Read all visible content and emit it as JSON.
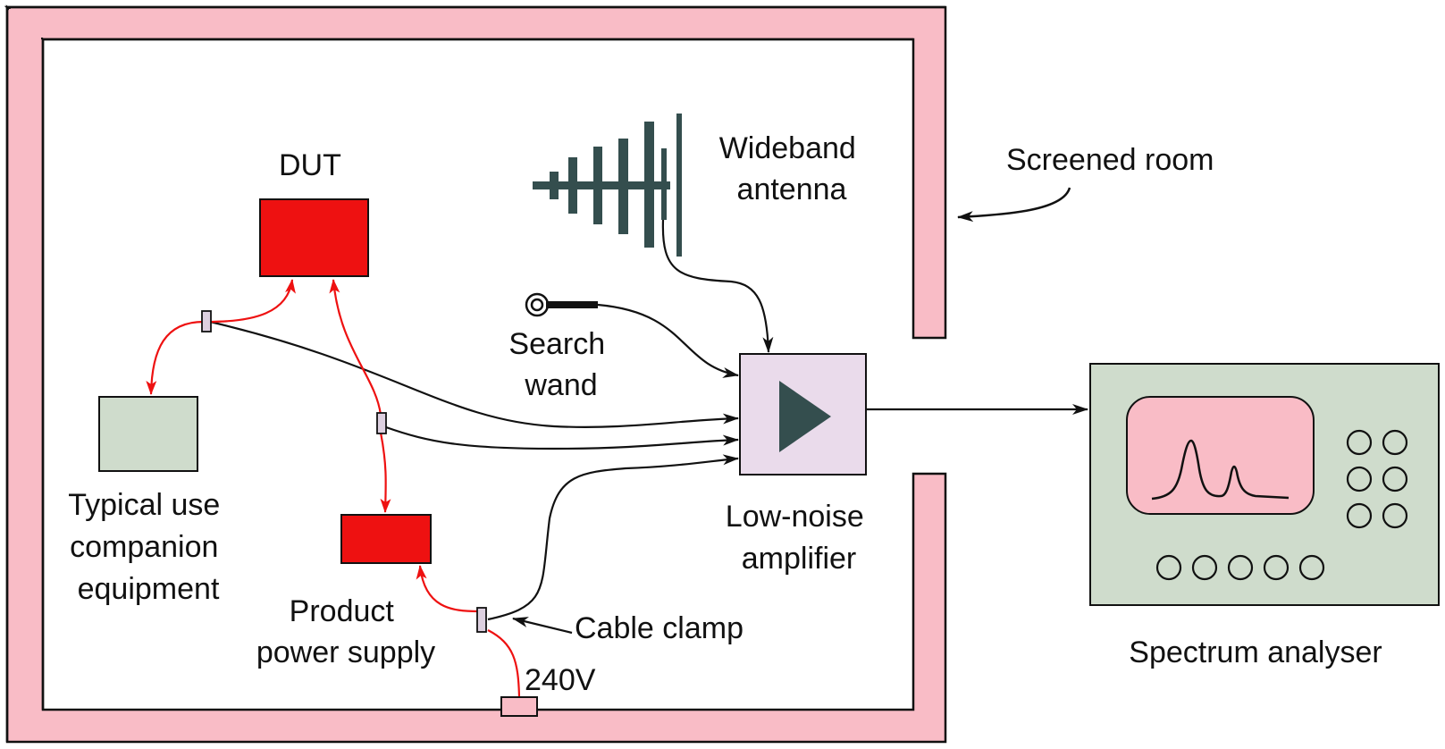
{
  "labels": {
    "dut": "DUT",
    "wideband_antenna": [
      "Wideband",
      "antenna"
    ],
    "screened_room": "Screened room",
    "search_wand": [
      "Search",
      "wand"
    ],
    "companion_equipment": [
      "Typical use",
      "companion",
      "equipment"
    ],
    "low_noise_amplifier": [
      "Low-noise",
      "amplifier"
    ],
    "product_power_supply": [
      "Product",
      "power supply"
    ],
    "cable_clamp": "Cable clamp",
    "mains_voltage": "240V",
    "spectrum_analyser": "Spectrum analyser"
  },
  "colors": {
    "room_wall": "#f9bcc6",
    "dut": "#ee1111",
    "power_supply": "#ee1111",
    "companion_equipment": "#cfdccc",
    "amplifier": "#eadbeb",
    "analyser_body": "#cfdccc",
    "analyser_screen": "#f9bcc6",
    "antenna": "#344e4e",
    "red_cable": "#ee1111",
    "black_cable": "#111111",
    "cable_clamp": "#ddd0e0"
  },
  "icons": {
    "amplifier_symbol": "play-triangle-icon",
    "antenna": "log-periodic-antenna-icon",
    "search_wand": "loop-probe-icon"
  }
}
